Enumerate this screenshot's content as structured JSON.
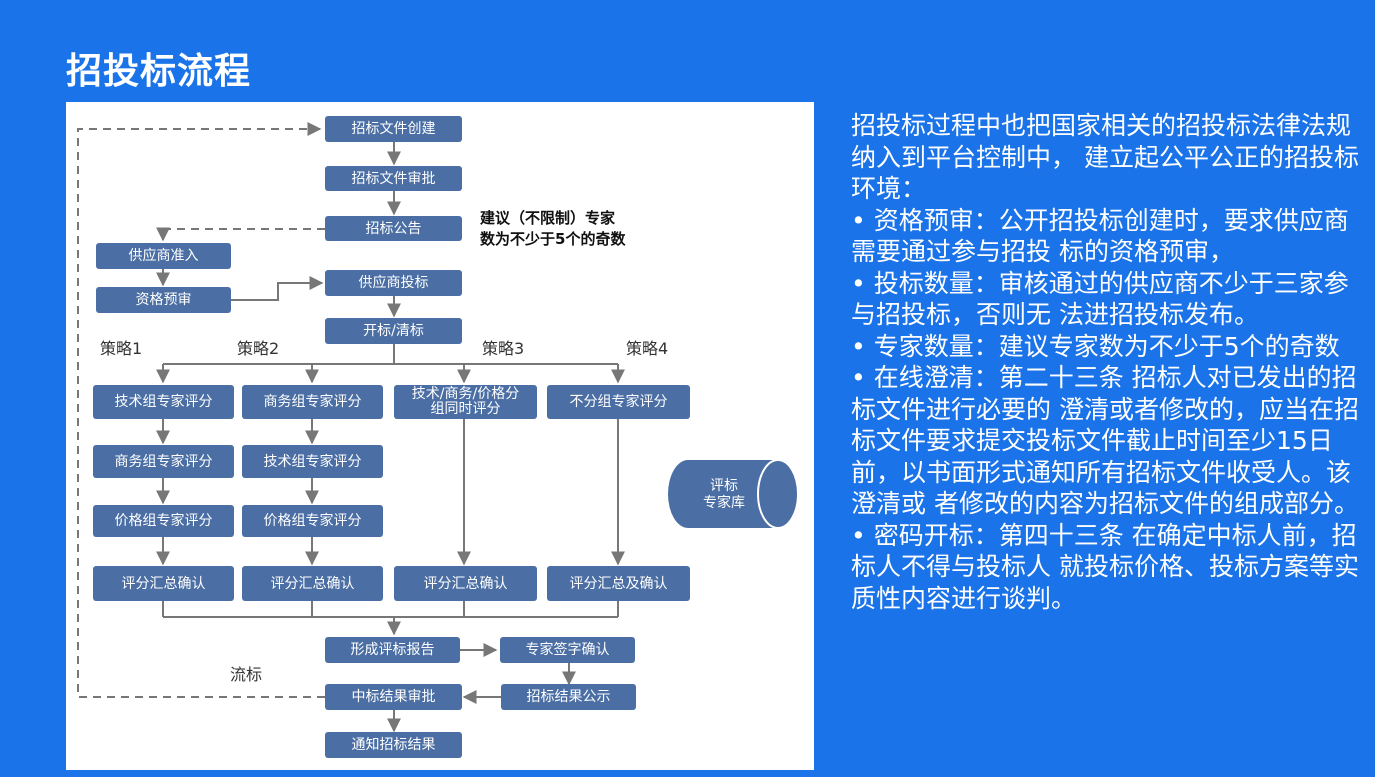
{
  "title": "招投标流程",
  "diagram": {
    "nodes": {
      "n1": "招标文件创建",
      "n2": "招标文件审批",
      "n3": "招标公告",
      "n4": "供应商准入",
      "n5": "资格预审",
      "n6": "供应商投标",
      "n7": "开标/清标",
      "s1a": "技术组专家评分",
      "s1b": "商务组专家评分",
      "s1c": "价格组专家评分",
      "s1d": "评分汇总确认",
      "s2a": "商务组专家评分",
      "s2b": "技术组专家评分",
      "s2c": "价格组专家评分",
      "s2d": "评分汇总确认",
      "s3a": "技术/商务/价格分\n组同时评分",
      "s3d": "评分汇总确认",
      "s4a": "不分组专家评分",
      "s4d": "评分汇总及确认",
      "r1": "形成评标报告",
      "r2": "专家签字确认",
      "r3": "招标结果公示",
      "r4": "中标结果审批",
      "r5": "通知招标结果"
    },
    "strategies": [
      "策略1",
      "策略2",
      "策略3",
      "策略4"
    ],
    "note": "建议（不限制）专家\n数为不少于5个的奇数",
    "fail_label": "流标",
    "expert_db": "评标\n专家库"
  },
  "description": [
    "招投标过程中也把国家相关的招投标法律法规纳入到平台控制中， 建立起公平公正的招投标环境：",
    "• 资格预审：公开招投标创建时，要求供应商需要通过参与招投 标的资格预审，",
    "• 投标数量：审核通过的供应商不少于三家参与招投标，否则无 法进招投标发布。",
    "• 专家数量：建议专家数为不少于5个的奇数",
    "• 在线澄清：第二十三条 招标人对已发出的招标文件进行必要的 澄清或者修改的，应当在招标文件要求提交投标文件截止时间至少15日前，以书面形式通知所有招标文件收受人。该澄清或 者修改的内容为招标文件的组成部分。",
    " • 密码开标：第四十三条 在确定中标人前，招标人不得与投标人 就投标价格、投标方案等实质性内容进行谈判。"
  ],
  "colors": {
    "background": "#1a73e8",
    "node": "#4b6fa4",
    "connector": "#777777"
  }
}
